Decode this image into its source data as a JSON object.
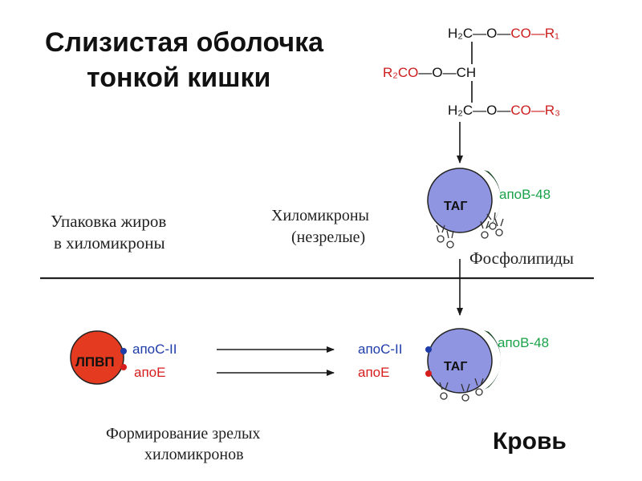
{
  "title": {
    "line1": "Слизистая оболочка",
    "line2": "тонкой кишки"
  },
  "molecule": {
    "row1": {
      "left": "H₂C—O—",
      "right": "CO—R₁"
    },
    "row2": {
      "left": "R₂CO",
      "right": "—O—CH"
    },
    "row3": {
      "left": "H₂C—O—",
      "right": "CO—R₃"
    }
  },
  "packaging_label": {
    "line1": "Упаковка жиров",
    "line2": "в хиломикроны"
  },
  "immature_label": {
    "line1": "Хиломикроны",
    "line2": "(незрелые)"
  },
  "phospholipids_label": "Фосфолипиды",
  "tag_label": "ТАГ",
  "apob48_label": "апоВ-48",
  "hdl_label": "ЛПВП",
  "apoc2_label": "апоС-II",
  "apoe_label": "апоЕ",
  "formation_label": {
    "line1": "Формирование зрелых",
    "line2": "хиломикронов"
  },
  "blood_label": "Кровь",
  "colors": {
    "chylomicron_fill": "#8f95e0",
    "hdl_fill": "#e43a1f",
    "apob_cap": "#0d3d1c",
    "apob_text": "#1aa24a",
    "apoc_color": "#1f3da8",
    "apoe_color": "#d61d1d",
    "acyl_red": "#cc1d1d"
  }
}
